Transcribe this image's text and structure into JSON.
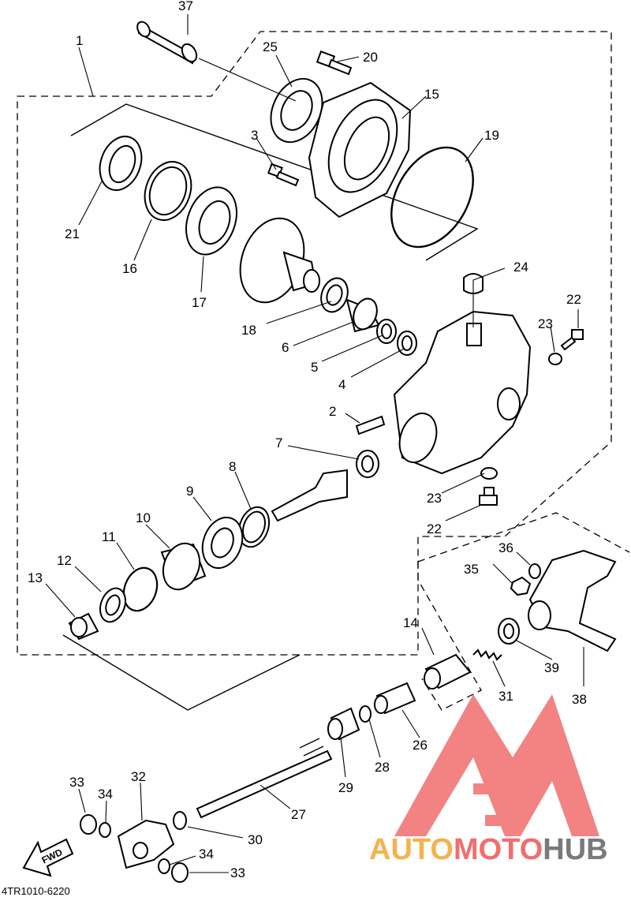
{
  "diagram": {
    "part_labels": [
      "1",
      "2",
      "3",
      "4",
      "5",
      "6",
      "7",
      "8",
      "9",
      "10",
      "11",
      "12",
      "13",
      "14",
      "15",
      "16",
      "17",
      "18",
      "19",
      "20",
      "21",
      "22",
      "22",
      "23",
      "23",
      "24",
      "25",
      "26",
      "27",
      "28",
      "29",
      "30",
      "31",
      "32",
      "33",
      "33",
      "34",
      "34",
      "35",
      "36",
      "37",
      "38",
      "39"
    ],
    "fwd_label": "FWD",
    "code": "4TR1010-6220"
  },
  "watermark": {
    "brand_part1": "AUTO",
    "brand_part2": "MOTO",
    "brand_part3": "HUB",
    "color_light": "#f5b24e",
    "color_red": "#f26d6d",
    "color_gray": "#7a7a7a"
  }
}
